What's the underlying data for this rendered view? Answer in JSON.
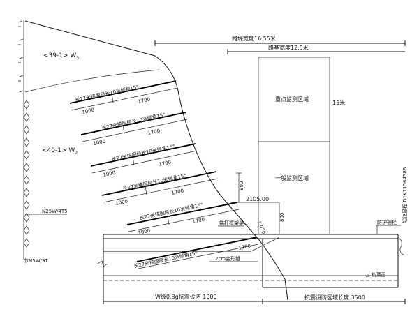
{
  "dimensions": {
    "top_width": "路堤宽度16.55米",
    "second_width": "路基宽度12.5米",
    "height_15m": "15米",
    "w_width": "W级0.3g抗震设防 1000",
    "right_width": "抗震设防区域长度 3500",
    "d800_left": "800",
    "d800_right": "800",
    "d1075": "1.075"
  },
  "strata": {
    "upper": "<39-1> W",
    "upper_sub": "3",
    "lower": "<40-1> W",
    "lower_sub": "2"
  },
  "anchors": [
    {
      "label": "长27米锚固段长10米倾角15°",
      "d1": "1000",
      "d2": "1700"
    },
    {
      "label": "长27米锚固段长10米倾角15°",
      "d1": "1000",
      "d2": "1700"
    },
    {
      "label": "长27米锚固段长10米倾角15°",
      "d1": "1000",
      "d2": "1700"
    },
    {
      "label": "长27米锚固段长10米倾角15°",
      "d1": "1000",
      "d2": "1700"
    },
    {
      "label": "长27米锚固段长10米倾角15°",
      "d1": "1000",
      "d2": "1700"
    },
    {
      "label": "长27米锚固段长10米倾角15°",
      "d1": "1700",
      "d2": ""
    }
  ],
  "annotations": {
    "zone_top": "重点监测区域",
    "zone_mid": "一般监测区域",
    "elevation": "2105.00",
    "slope_side": "锚杆框架梁",
    "gap": "2cm变形缝",
    "left_mark": "N25W/4T5",
    "bottom_left": "节N5W/9T",
    "rail_top": "防护栅栏",
    "rail_surface": "△ 轨顶面",
    "mileage": "起讫里程 D1K11564586"
  }
}
